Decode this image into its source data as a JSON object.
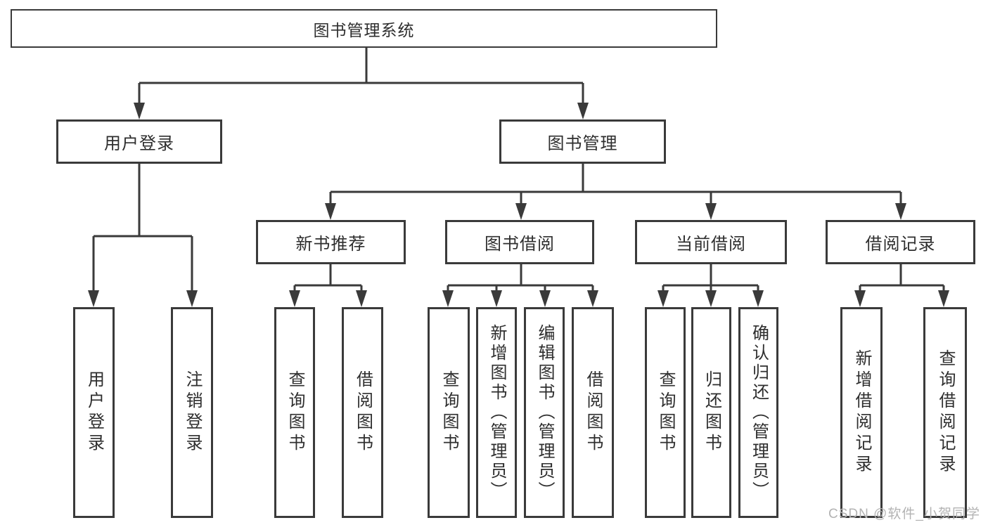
{
  "tree": {
    "label": "图书管理系统",
    "children": [
      {
        "label": "用户登录",
        "children": [
          {
            "label": "用户登录"
          },
          {
            "label": "注销登录"
          }
        ]
      },
      {
        "label": "图书管理",
        "children": [
          {
            "label": "新书推荐",
            "children": [
              {
                "label": "查询图书"
              },
              {
                "label": "借阅图书"
              }
            ]
          },
          {
            "label": "图书借阅",
            "children": [
              {
                "label": "查询图书"
              },
              {
                "label": "新增图书（管理员）"
              },
              {
                "label": "编辑图书（管理员）"
              },
              {
                "label": "借阅图书"
              }
            ]
          },
          {
            "label": "当前借阅",
            "children": [
              {
                "label": "查询图书"
              },
              {
                "label": "归还图书"
              },
              {
                "label": "确认归还（管理员）"
              }
            ]
          },
          {
            "label": "借阅记录",
            "children": [
              {
                "label": "新增借阅记录"
              },
              {
                "label": "查询借阅记录"
              }
            ]
          }
        ]
      }
    ]
  },
  "watermark": {
    "text": "CSDN @软件_小贺同学"
  },
  "colors": {
    "line": "#3a3a3a",
    "text": "#2e2e2e",
    "watermark": "#b3b3b3",
    "background": "#ffffff"
  }
}
